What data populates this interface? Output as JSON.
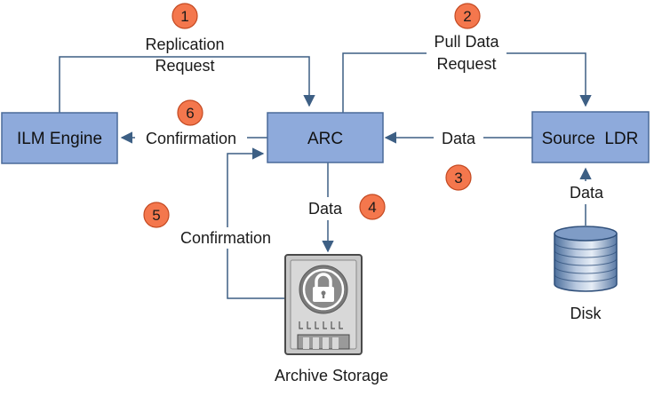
{
  "colors": {
    "box_fill": "#8eaadb",
    "box_stroke": "#4a6a99",
    "line": "#3d5f84",
    "badge_fill": "#f4774d",
    "badge_stroke": "#c44a22"
  },
  "nodes": {
    "ilm_engine": "ILM Engine",
    "arc": "ARC",
    "source_ldr": "Source  LDR",
    "disk": "Disk",
    "archive_storage": "Archive Storage"
  },
  "edges": {
    "replication_request_1": "Replication",
    "replication_request_2": "Request",
    "pull_data_request_1": "Pull Data",
    "pull_data_request_2": "Request",
    "data_ldr_to_arc": "Data",
    "data_disk_to_ldr": "Data",
    "data_arc_to_archive": "Data",
    "confirmation_archive_to_arc": "Confirmation",
    "confirmation_arc_to_ilm": "Confirmation"
  },
  "steps": [
    "1",
    "2",
    "3",
    "4",
    "5",
    "6"
  ],
  "icons": {
    "disk": "database-cylinder-icon",
    "archive": "secure-storage-lock-icon"
  }
}
